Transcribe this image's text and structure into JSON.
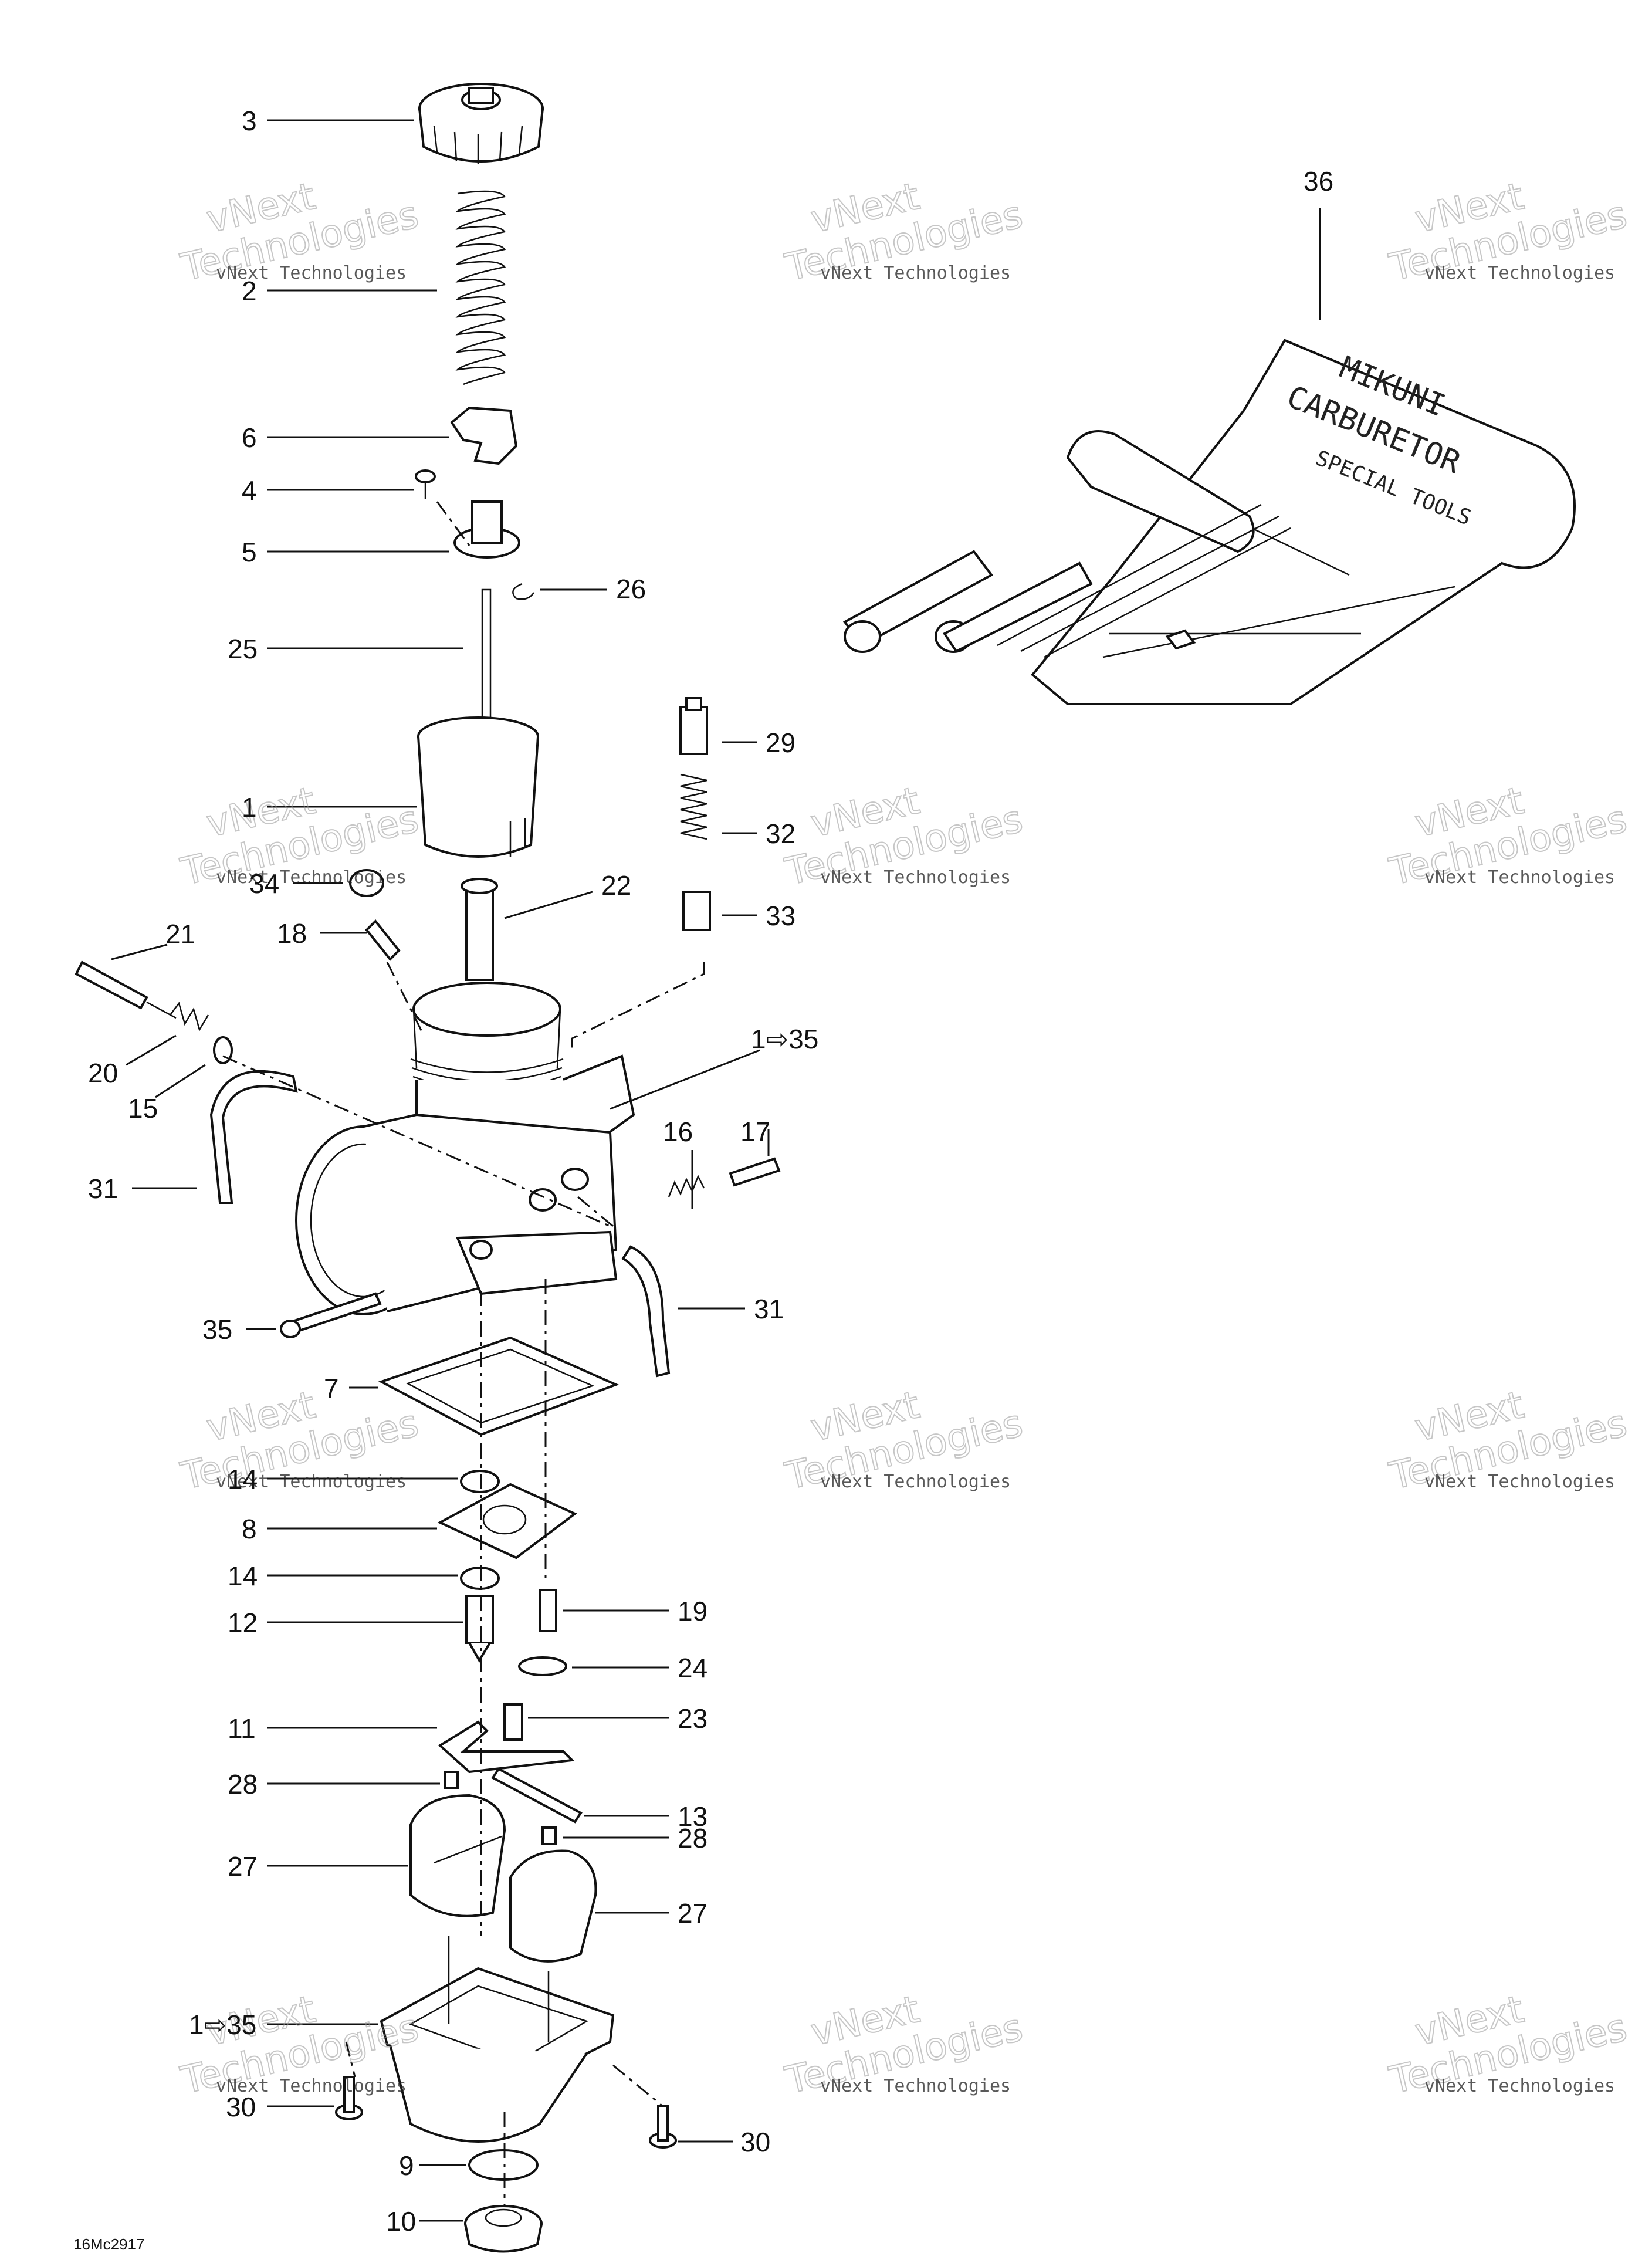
{
  "labels": {
    "p1": "1",
    "p2": "2",
    "p3": "3",
    "p4": "4",
    "p5": "5",
    "p6": "6",
    "p7": "7",
    "p8": "8",
    "p9": "9",
    "p10": "10",
    "p11": "11",
    "p12": "12",
    "p13": "13",
    "p14a": "14",
    "p14b": "14",
    "p15": "15",
    "p16": "16",
    "p17": "17",
    "p18": "18",
    "p19": "19",
    "p20": "20",
    "p21": "21",
    "p22": "22",
    "p23": "23",
    "p24": "24",
    "p25": "25",
    "p26": "26",
    "p27a": "27",
    "p27b": "27",
    "p28a": "28",
    "p28b": "28",
    "p29": "29",
    "p30a": "30",
    "p30b": "30",
    "p31a": "31",
    "p31b": "31",
    "p32": "32",
    "p33": "33",
    "p34": "34",
    "p35": "35",
    "p36": "36",
    "r135a": "1⇨35",
    "r135b": "1⇨35"
  },
  "watermark": {
    "small": "vNext Technologies",
    "big_top": "vNext",
    "big_bottom": "Technologies"
  },
  "pouch_text": {
    "line1": "MIKUNI",
    "line2": "CARBURETOR",
    "line3": "SPECIAL TOOLS"
  },
  "drawing_ref": "16Mc2917"
}
